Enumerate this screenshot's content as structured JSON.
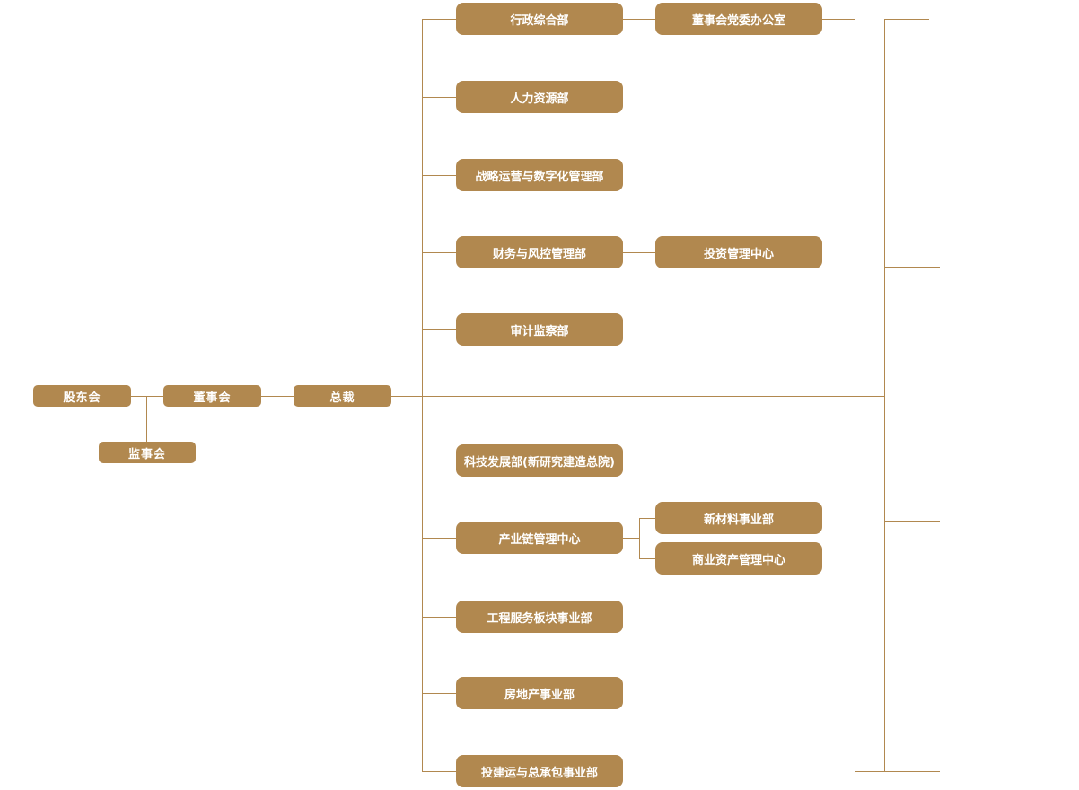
{
  "colors": {
    "node_fill": "#b1884f",
    "node_text": "#ffffff",
    "line": "#b1884f",
    "background": "#ffffff"
  },
  "org": {
    "governance": [
      {
        "label": "股东会"
      },
      {
        "label": "董事会"
      },
      {
        "label": "总裁"
      },
      {
        "label": "监事会"
      }
    ],
    "departments": [
      {
        "label": "行政综合部"
      },
      {
        "label": "人力资源部"
      },
      {
        "label": "战略运营与数字化管理部"
      },
      {
        "label": "财务与风控管理部"
      },
      {
        "label": "审计监察部"
      },
      {
        "label": "科技发展部(新研究建造总院)"
      },
      {
        "label": "产业链管理中心"
      },
      {
        "label": "工程服务板块事业部"
      },
      {
        "label": "房地产事业部"
      },
      {
        "label": "投建运与总承包事业部"
      }
    ],
    "sub_units": [
      {
        "label": "董事会党委办公室",
        "parent": "行政综合部"
      },
      {
        "label": "投资管理中心",
        "parent": "财务与风控管理部"
      },
      {
        "label": "新材料事业部",
        "parent": "产业链管理中心"
      },
      {
        "label": "商业资产管理中心",
        "parent": "产业链管理中心"
      }
    ]
  }
}
